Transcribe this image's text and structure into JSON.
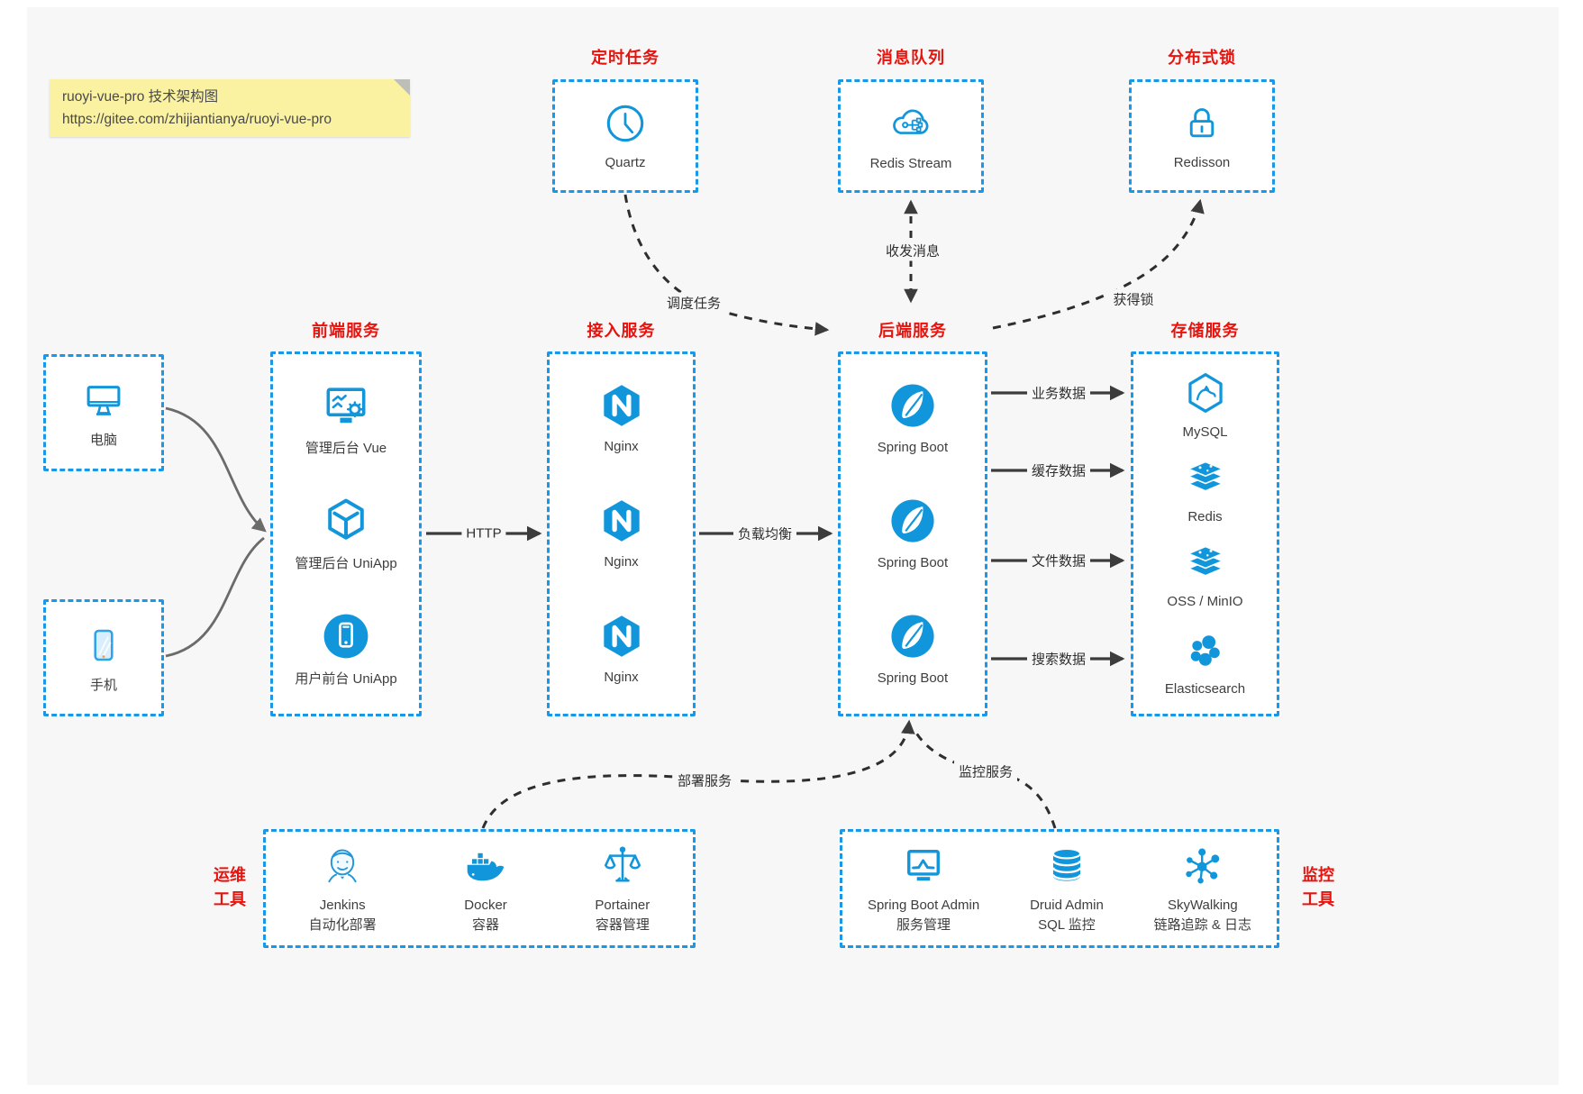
{
  "note": {
    "line1": "ruoyi-vue-pro 技术架构图",
    "line2": "https://gitee.com/zhijiantianya/ruoyi-vue-pro"
  },
  "colors": {
    "accent_blue": "#1a98e8",
    "icon_blue": "#1296db",
    "accent_red": "#e6140e",
    "canvas_bg": "#f7f7f8",
    "note_yellow": "#faf2a1",
    "line_dark": "#3c3c3c"
  },
  "top_groups": [
    {
      "title": "定时任务",
      "item": {
        "label": "Quartz",
        "icon": "clock-icon"
      }
    },
    {
      "title": "消息队列",
      "item": {
        "label": "Redis Stream",
        "icon": "cloud-stream-icon"
      }
    },
    {
      "title": "分布式锁",
      "item": {
        "label": "Redisson",
        "icon": "lock-icon"
      }
    }
  ],
  "clients": [
    {
      "label": "电脑",
      "icon": "desktop-icon"
    },
    {
      "label": "手机",
      "icon": "mobile-icon"
    }
  ],
  "columns": [
    {
      "title": "前端服务",
      "items": [
        {
          "label": "管理后台 Vue",
          "icon": "admin-vue-icon"
        },
        {
          "label": "管理后台 UniApp",
          "icon": "uniapp-cube-icon"
        },
        {
          "label": "用户前台 UniApp",
          "icon": "user-app-icon"
        }
      ]
    },
    {
      "title": "接入服务",
      "items": [
        {
          "label": "Nginx",
          "icon": "nginx-icon"
        },
        {
          "label": "Nginx",
          "icon": "nginx-icon"
        },
        {
          "label": "Nginx",
          "icon": "nginx-icon"
        }
      ]
    },
    {
      "title": "后端服务",
      "items": [
        {
          "label": "Spring Boot",
          "icon": "spring-icon"
        },
        {
          "label": "Spring Boot",
          "icon": "spring-icon"
        },
        {
          "label": "Spring Boot",
          "icon": "spring-icon"
        }
      ]
    },
    {
      "title": "存储服务",
      "items": [
        {
          "label": "MySQL",
          "icon": "mysql-icon"
        },
        {
          "label": "Redis",
          "icon": "redis-stack-icon"
        },
        {
          "label": "OSS / MinIO",
          "icon": "oss-stack-icon"
        },
        {
          "label": "Elasticsearch",
          "icon": "elasticsearch-icon"
        }
      ]
    }
  ],
  "edges": {
    "schedule": "调度任务",
    "message": "收发消息",
    "lock": "获得锁",
    "http": "HTTP",
    "load_balance": "负载均衡",
    "business_data": "业务数据",
    "cache_data": "缓存数据",
    "file_data": "文件数据",
    "search_data": "搜索数据",
    "deploy": "部署服务",
    "monitor": "监控服务"
  },
  "bottom_groups": [
    {
      "side": {
        "line1": "运维",
        "line2": "工具"
      },
      "items": [
        {
          "name": "Jenkins",
          "desc": "自动化部署",
          "icon": "jenkins-icon"
        },
        {
          "name": "Docker",
          "desc": "容器",
          "icon": "docker-icon"
        },
        {
          "name": "Portainer",
          "desc": "容器管理",
          "icon": "portainer-icon"
        }
      ]
    },
    {
      "side": {
        "line1": "监控",
        "line2": "工具"
      },
      "items": [
        {
          "name": "Spring Boot Admin",
          "desc": "服务管理",
          "icon": "sba-icon"
        },
        {
          "name": "Druid Admin",
          "desc": "SQL 监控",
          "icon": "druid-icon"
        },
        {
          "name": "SkyWalking",
          "desc": "链路追踪 & 日志",
          "icon": "skywalking-icon"
        }
      ]
    }
  ]
}
